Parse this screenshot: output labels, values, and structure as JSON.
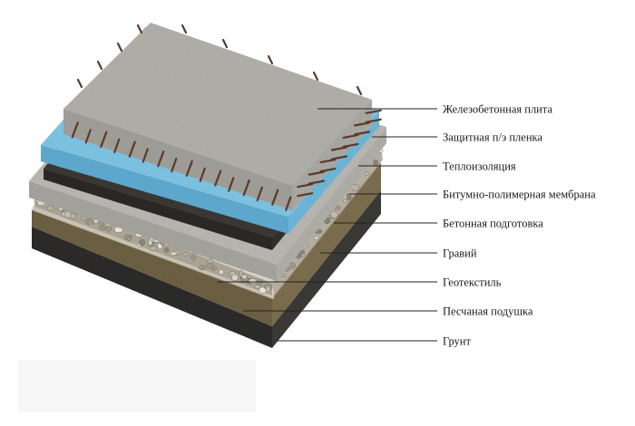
{
  "layers": [
    {
      "id": "slab",
      "label": "Железобетонная плита"
    },
    {
      "id": "film",
      "label": "Защитная п/э пленка"
    },
    {
      "id": "insulation",
      "label": "Теплоизоляция"
    },
    {
      "id": "membrane",
      "label": "Битумно-полимерная мембрана"
    },
    {
      "id": "concrete",
      "label": "Бетонная подготовка"
    },
    {
      "id": "gravel",
      "label": "Гравий"
    },
    {
      "id": "geotextile",
      "label": "Геотекстиль"
    },
    {
      "id": "sand",
      "label": "Песчаная подушка"
    },
    {
      "id": "soil",
      "label": "Грунт"
    }
  ],
  "colors": {
    "soil": "#3b3a37",
    "sand": "#8a7a55",
    "geotextile": "#d8d3c8",
    "gravel": "#b9b4a6",
    "concrete": "#b8b6b0",
    "membrane": "#3a3634",
    "insulation": "#74b7d8",
    "slab": "#b2b0aa",
    "rebar": "#5a3a28"
  }
}
